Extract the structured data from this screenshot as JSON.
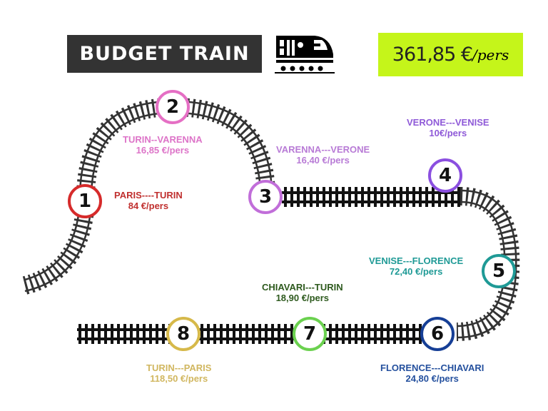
{
  "header": {
    "title": "BUDGET TRAIN",
    "icon": "train-icon",
    "total_price": "361,85 €",
    "total_unit": "/pers",
    "total_bg_color": "#c5f51a"
  },
  "stops": [
    {
      "number": "1",
      "route": "PARIS----TURIN",
      "price": "84 €/pers",
      "color": "#d62b2b"
    },
    {
      "number": "2",
      "route": "TURIN--VARENNA",
      "price": "16,85 €/pers",
      "color": "#e56fc4"
    },
    {
      "number": "3",
      "route": "VARENNA---VERONE",
      "price": "16,40 €/pers",
      "color": "#c16ed9"
    },
    {
      "number": "4",
      "route": "VERONE---VENISE",
      "price": "10€/pers",
      "color": "#8b4fe0"
    },
    {
      "number": "5",
      "route": "VENISE---FLORENCE",
      "price": "72,40  €/pers",
      "color": "#1f9a96"
    },
    {
      "number": "6",
      "route": "FLORENCE---CHIAVARI",
      "price": "24,80 €/pers",
      "color": "#163f96"
    },
    {
      "number": "7",
      "route": "CHIAVARI---TURIN",
      "price": "18,90 €/pers",
      "color": "#4aa63d"
    },
    {
      "number": "8",
      "route": "TURIN---PARIS",
      "price": "118,50 €/pers",
      "color": "#d6b94a"
    }
  ],
  "label_colors": {
    "1": "#c0302f",
    "2": "#dd74c8",
    "3": "#b87bd6",
    "4": "#8f5ad8",
    "5": "#1f9a96",
    "6": "#24509e",
    "7": "#2e5a1e",
    "8": "#d1b760"
  }
}
